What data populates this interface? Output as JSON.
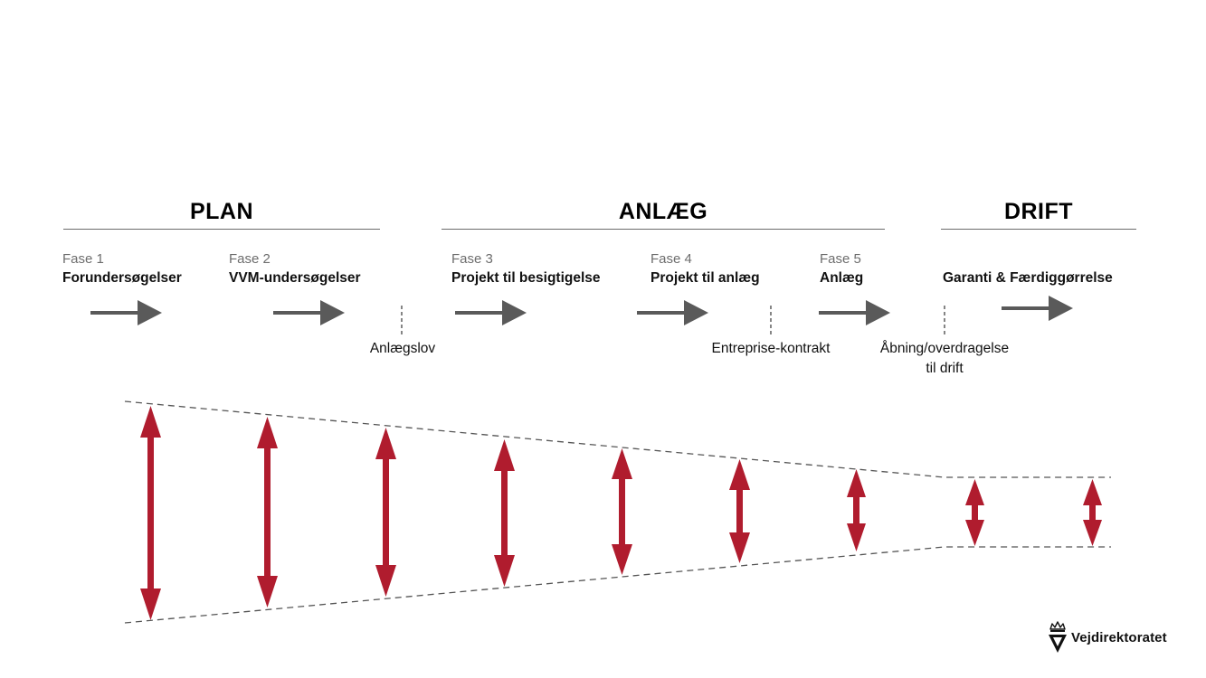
{
  "sections": [
    {
      "title": "PLAN"
    },
    {
      "title": "ANLÆG"
    },
    {
      "title": "DRIFT"
    }
  ],
  "phases": [
    {
      "number": "Fase 1",
      "name": "Forundersøgelser"
    },
    {
      "number": "Fase 2",
      "name": "VVM-undersøgelser"
    },
    {
      "number": "Fase 3",
      "name": "Projekt til besigtigelse"
    },
    {
      "number": "Fase 4",
      "name": "Projekt til anlæg"
    },
    {
      "number": "Fase 5",
      "name": "Anlæg"
    },
    {
      "number": "",
      "name": "Garanti & Færdiggørrelse"
    }
  ],
  "milestones": [
    {
      "label": "Anlægslov"
    },
    {
      "label": "Entreprise-kontrakt"
    },
    {
      "label_line1": "Åbning/overdragelse",
      "label_line2": "til drift"
    }
  ],
  "logo": {
    "text": "Vejdirektoratet"
  },
  "colors": {
    "arrow_gray": "#5a5a5a",
    "uncertainty_red": "#b01c2e",
    "rule_gray": "#6b6b6b"
  }
}
